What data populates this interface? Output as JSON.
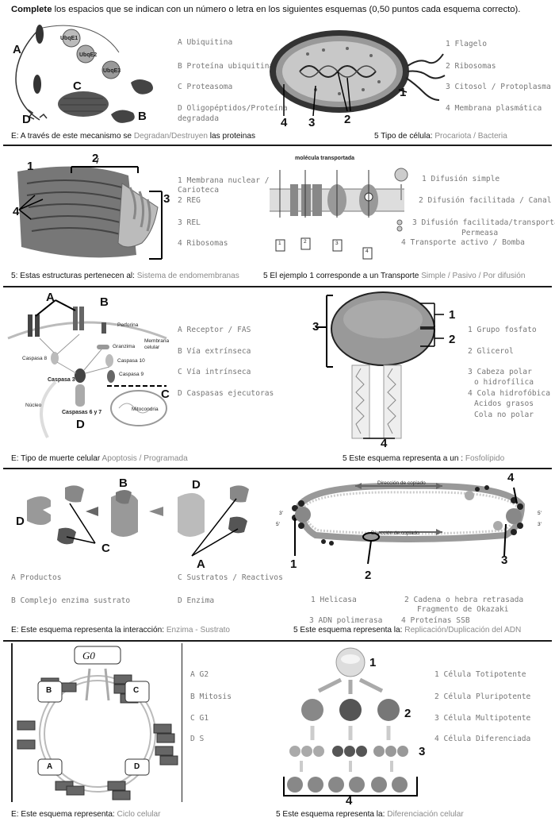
{
  "header": {
    "bold": "Complete",
    "text": " los espacios que se indican con un número o letra en los siguientes esquemas (0,50 puntos cada esquema correcto)."
  },
  "s1": {
    "left_labels": [
      "A Ubiquitina",
      "B Proteína ubiquitinada",
      "C Proteasoma",
      "D Oligopéptidos/Proteína",
      "degradada"
    ],
    "right_labels": [
      "1 Flagelo",
      "2  Ribosomas",
      "3 Citosol / Protoplasma",
      "4 Membrana plasmática"
    ],
    "diagram_letters": [
      "A",
      "B",
      "C",
      "D"
    ],
    "diagram_small": [
      "UbqE1",
      "UbqE2",
      "UbqE3"
    ],
    "cell_numbers": [
      "1",
      "2",
      "3",
      "4"
    ],
    "q_left_pre": "E: A través de este mecanismo se ",
    "q_left_ans": "Degradan/Destruyen",
    "q_left_post": " las proteinas",
    "q_right_pre": "5 Tipo de célula: ",
    "q_right_ans": "Procariota / Bacteria"
  },
  "s2": {
    "left_labels": [
      "1 Membrana nuclear /",
      "Carioteca",
      "2  REG",
      "3 REL",
      "4 Ribosomas"
    ],
    "right_labels": [
      "1 Difusión simple",
      "2 Difusión facilitada / Canal",
      "3 Difusión facilitada/transportador",
      "Permeasa",
      "4 Transporte activo / Bomba"
    ],
    "diagram_numbers": [
      "1",
      "2",
      "3",
      "4"
    ],
    "transport_title": "molécula transportada",
    "transport_boxes": [
      "1",
      "2",
      "3",
      "4"
    ],
    "q_left_pre": "5: Estas estructuras pertenecen al: ",
    "q_left_ans": "Sistema de endomembranas",
    "q_right_pre": "5 El ejemplo 1 corresponde a un Transporte ",
    "q_right_ans": "Simple / Pasivo / Por difusión"
  },
  "s3": {
    "left_labels": [
      "A Receptor / FAS",
      "B Vía extrínseca",
      "C Vía intrínseca",
      "D Caspasas ejecutoras"
    ],
    "right_labels": [
      "1 Grupo fosfato",
      "2 Glicerol",
      "3 Cabeza polar",
      "o hidrofílica",
      "4 Cola hidrofóbica",
      "Acidos grasos",
      "Cola no polar"
    ],
    "diagram_letters": [
      "A",
      "B",
      "C",
      "D"
    ],
    "diagram_small": [
      "Perforina",
      "Granzima",
      "Membrana",
      "celular",
      "Caspasa 8",
      "Caspasa 10",
      "Caspasa 9",
      "Caspasa 3",
      "Caspasas 6 y 7",
      "Núcleo",
      "Mitocondria"
    ],
    "phos_numbers": [
      "1",
      "2",
      "3",
      "4"
    ],
    "q_left_pre": "E: Tipo de muerte celular ",
    "q_left_ans": "Apoptosis / Programada",
    "q_right_pre": "5 Este esquema representa a un : ",
    "q_right_ans": "Fosfolípido"
  },
  "s4": {
    "enzyme_labels": [
      "A Productos",
      "B Complejo enzima sustrato",
      "C Sustratos / Reactivos",
      "D Enzima"
    ],
    "diagram_letters": [
      "A",
      "B",
      "C",
      "D"
    ],
    "dna_labels": [
      "1 Helicasa",
      "2 Cadena o hebra retrasada",
      "Fragmento de Okazaki",
      "3 ADN polimerasa",
      "4 Proteínas SSB"
    ],
    "dna_numbers": [
      "1",
      "2",
      "3",
      "4"
    ],
    "dna_small": [
      "Dirección de copiado",
      "Dirección de copiado",
      "3'",
      "5'",
      "5'",
      "3'"
    ],
    "q_left_pre": "E: Este  esquema representa la interacción: ",
    "q_left_ans": "Enzima - Sustrato",
    "q_right_pre": "5  Este esquema representa la: ",
    "q_right_ans": "Replicación/Duplicación del ADN"
  },
  "s5": {
    "cycle_labels": [
      "A G2",
      "B Mitosis",
      "C G1",
      "D S"
    ],
    "cycle_letters": [
      "G0",
      "A",
      "B",
      "C",
      "D"
    ],
    "cell_labels": [
      "1 Célula Totipotente",
      "2 Célula Pluripotente",
      "3 Célula Multipotente",
      "4 Célula Diferenciada"
    ],
    "cell_numbers": [
      "1",
      "2",
      "3",
      "4"
    ],
    "q_left_pre": "E: Este esquema representa: ",
    "q_left_ans": "Ciclo celular",
    "q_right_pre": "5 Este esquema representa la: ",
    "q_right_ans": "Diferenciación celular"
  }
}
